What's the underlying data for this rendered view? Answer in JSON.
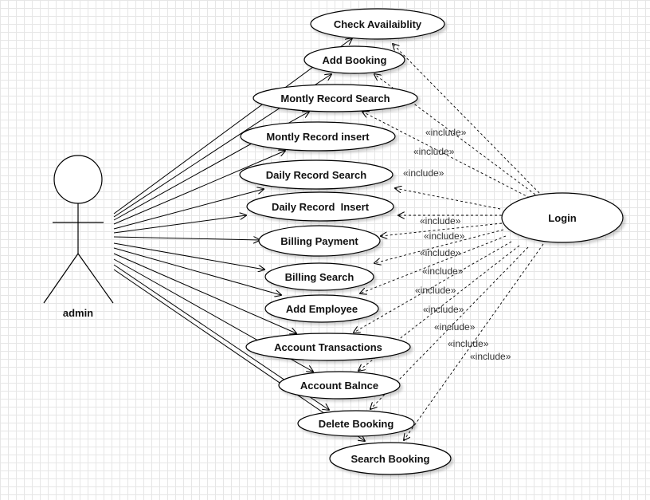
{
  "diagram": {
    "actor": {
      "name": "admin"
    },
    "login": {
      "label": "Login"
    },
    "use_cases": [
      "Check Availaiblity",
      "Add Booking",
      "Montly Record Search",
      "Montly Record insert",
      "Daily Record Search",
      "Daily Record  Insert",
      "Billing Payment",
      "Billing Search",
      "Add Employee",
      "Account Transactions",
      "Account Balnce",
      "Delete Booking",
      "Search Booking"
    ],
    "include_label": "«include»",
    "include_count": 12,
    "colors": {
      "stroke": "#000000",
      "background": "#ffffff",
      "grid": "#e6e6e6"
    }
  }
}
